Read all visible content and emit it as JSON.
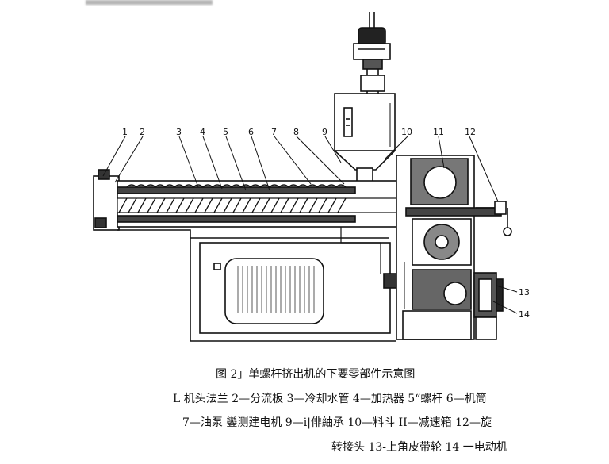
{
  "part_labels": [
    "1",
    "2",
    "3",
    "4",
    "5",
    "6",
    "7",
    "8",
    "9",
    "10",
    "11",
    "12",
    "13",
    "14"
  ],
  "caption": {
    "line1": "图 2」单螺杆挤出机的下要零部件示意图",
    "line2": "L 机头法兰 2—分流板 3—冷却水管 4—加热器 5“螺杆  6—机筒",
    "line3": "7—油泵  鑾测建电机 9—i|俳紬承 10—料斗  II—减速箱 12—旋",
    "line4": "转接头 13-上角皮带轮 14 一电动机"
  }
}
